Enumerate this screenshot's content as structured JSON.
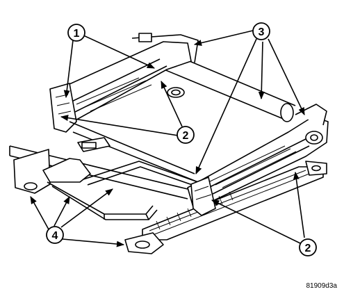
{
  "figure_id": "81909d3a",
  "callouts": {
    "c1": "1",
    "c2a": "2",
    "c2b": "2",
    "c3": "3",
    "c4": "4"
  }
}
